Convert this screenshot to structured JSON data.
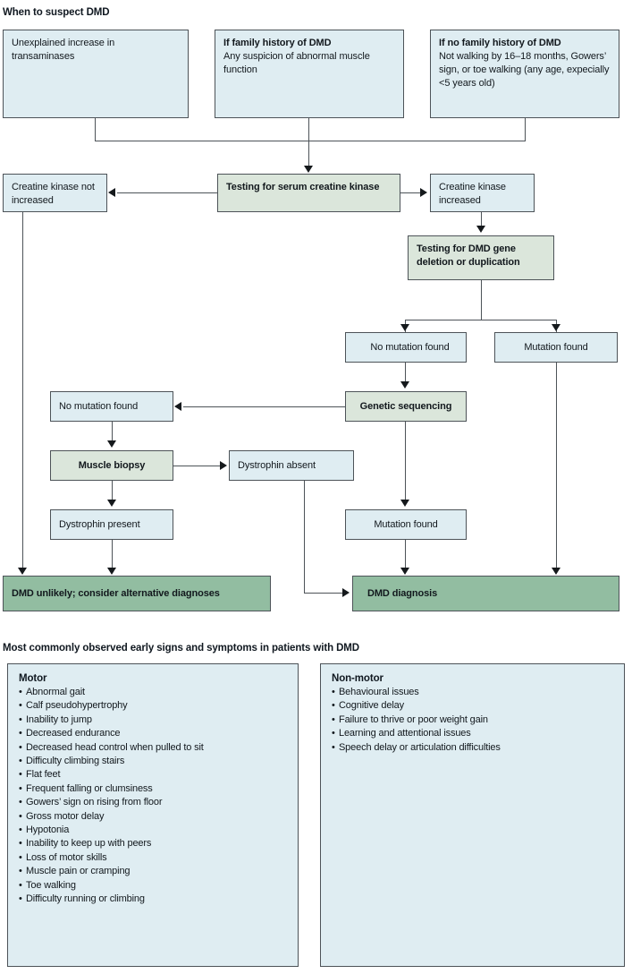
{
  "sections": {
    "suspect_title": "When to suspect DMD",
    "signs_title": "Most commonly observed early signs and symptoms in patients with DMD"
  },
  "colors": {
    "blue_fill": "#dfedf2",
    "green_fill": "#dbe6db",
    "dark_green_fill": "#92bda1",
    "border": "#4d5358",
    "text": "#12181d"
  },
  "trigger_boxes": [
    {
      "id": "unexplained-transaminases",
      "bold_line": "",
      "body": "Unexplained increase in transaminases"
    },
    {
      "id": "family-history",
      "bold_line": "If family history of DMD",
      "body": "Any suspicion of abnormal muscle function"
    },
    {
      "id": "no-family-history",
      "bold_line": "If no family history of DMD",
      "body": "Not walking by 16–18 months, Gowers’ sign, or toe walking (any age, expecially <5 years old)"
    }
  ],
  "flow_nodes": {
    "testing_ck": "Testing for serum creatine kinase",
    "ck_not_increased": "Creatine kinase not increased",
    "ck_increased": "Creatine kinase increased",
    "testing_dmd_gene": "Testing for DMD gene deletion or duplication",
    "no_mutation_found_1": "No mutation found",
    "mutation_found_1": "Mutation found",
    "genetic_sequencing": "Genetic sequencing",
    "no_mutation_found_2": "No mutation found",
    "muscle_biopsy": "Muscle biopsy",
    "dystrophin_absent": "Dystrophin absent",
    "dystrophin_present": "Dystrophin present",
    "mutation_found_2": "Mutation found",
    "dmd_unlikely": "DMD unlikely; consider alternative diagnoses",
    "dmd_diagnosis": "DMD diagnosis"
  },
  "symptom_panels": {
    "motor": {
      "heading": "Motor",
      "items": [
        "Abnormal gait",
        "Calf pseudohypertrophy",
        "Inability to jump",
        "Decreased endurance",
        "Decreased head control when pulled to sit",
        "Difficulty climbing stairs",
        "Flat feet",
        "Frequent falling or clumsiness",
        "Gowers’ sign on rising from floor",
        "Gross motor delay",
        "Hypotonia",
        "Inability to keep up with peers",
        "Loss of motor skills",
        "Muscle pain or cramping",
        "Toe walking",
        "Difficulty running or climbing"
      ]
    },
    "non_motor": {
      "heading": "Non-motor",
      "items": [
        "Behavioural issues",
        "Cognitive delay",
        "Failure to thrive or poor weight gain",
        "Learning and attentional issues",
        "Speech delay or articulation difficulties"
      ]
    }
  }
}
